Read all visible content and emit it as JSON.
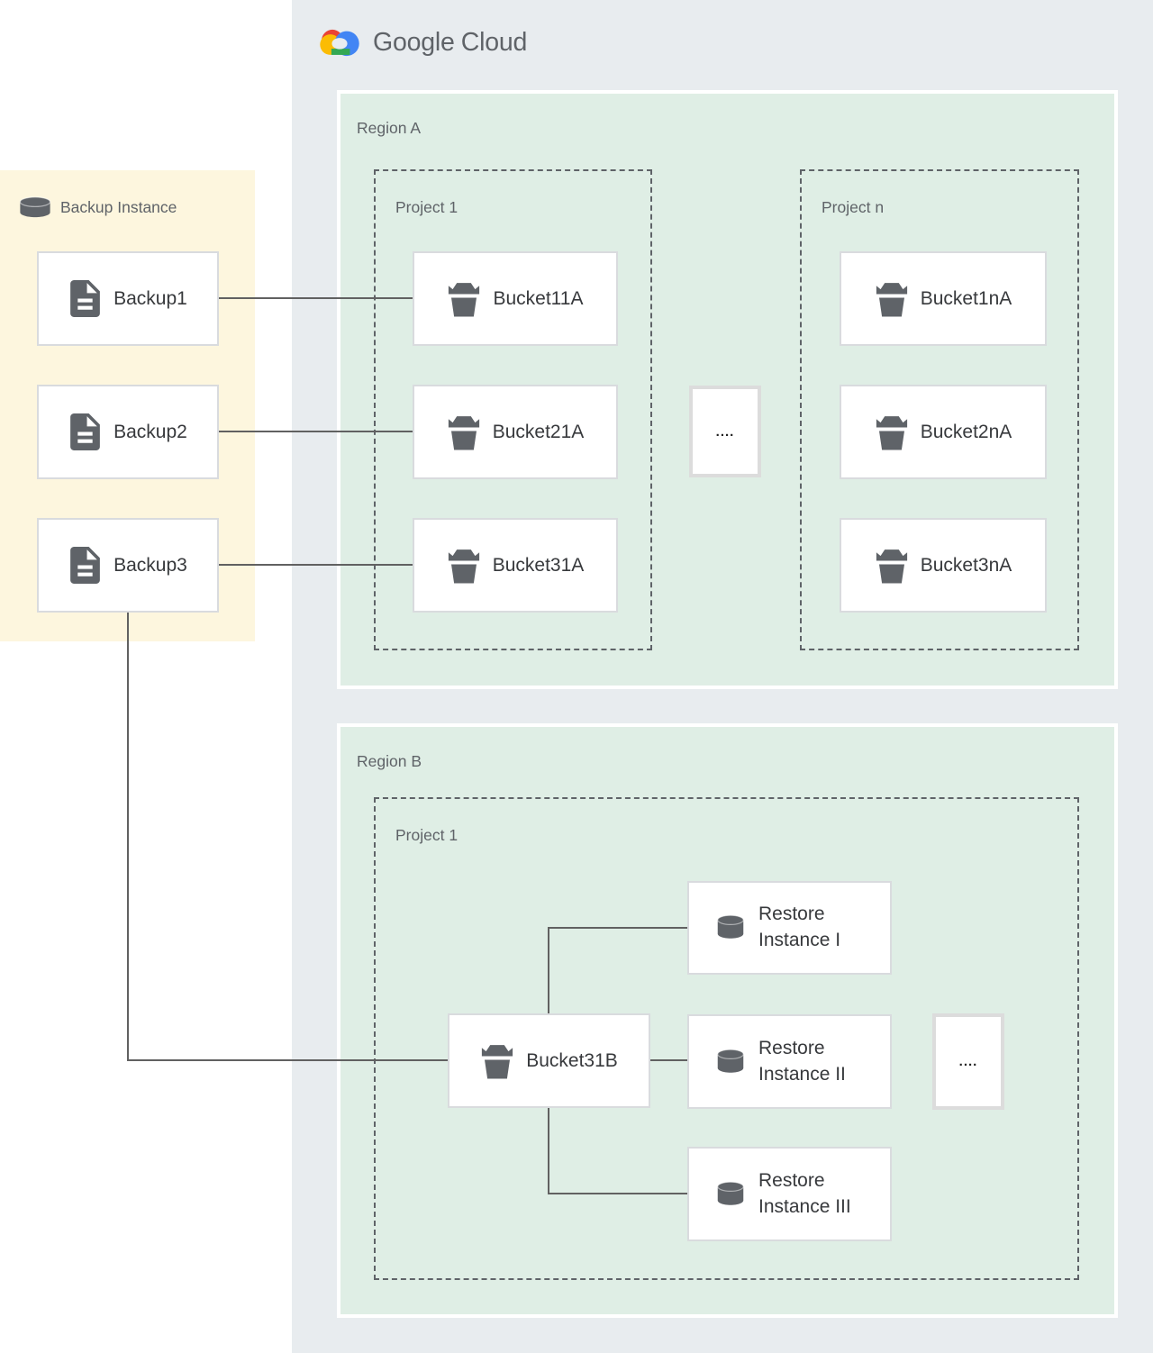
{
  "logo": {
    "brand": "Google",
    "product": "Cloud"
  },
  "backup_panel": {
    "title": "Backup Instance",
    "icon": "database-icon",
    "items": [
      {
        "label": "Backup1",
        "icon": "document-icon"
      },
      {
        "label": "Backup2",
        "icon": "document-icon"
      },
      {
        "label": "Backup3",
        "icon": "document-icon"
      }
    ]
  },
  "region_a": {
    "label": "Region A",
    "ellipsis": "....",
    "projects": [
      {
        "label": "Project 1",
        "buckets": [
          {
            "label": "Bucket11A",
            "icon": "bucket-icon"
          },
          {
            "label": "Bucket21A",
            "icon": "bucket-icon"
          },
          {
            "label": "Bucket31A",
            "icon": "bucket-icon"
          }
        ]
      },
      {
        "label": "Project n",
        "buckets": [
          {
            "label": "Bucket1nA",
            "icon": "bucket-icon"
          },
          {
            "label": "Bucket2nA",
            "icon": "bucket-icon"
          },
          {
            "label": "Bucket3nA",
            "icon": "bucket-icon"
          }
        ]
      }
    ]
  },
  "region_b": {
    "label": "Region B",
    "ellipsis": "....",
    "project": {
      "label": "Project 1",
      "bucket": {
        "label": "Bucket31B",
        "icon": "bucket-icon"
      },
      "restores": [
        {
          "label": "Restore Instance I",
          "icon": "database-icon"
        },
        {
          "label": "Restore Instance II",
          "icon": "database-icon"
        },
        {
          "label": "Restore Instance III",
          "icon": "database-icon"
        }
      ]
    }
  },
  "colors": {
    "canvas_bg": "#ffffff",
    "cloud_panel_bg": "#e8ecef",
    "region_bg": "#dfeee5",
    "region_border": "#ffffff",
    "backup_panel_bg": "#fdf6de",
    "node_bg": "#ffffff",
    "node_border": "#d9dbde",
    "dots_border": "#dcdcdc",
    "dashed_border": "#5f6368",
    "connector": "#616161",
    "icon": "#5f6368",
    "label_muted": "#5f6368",
    "label_dark": "#37393c",
    "dots_text": "#212121",
    "logo_text": "#5f6368",
    "logo_blue": "#4285f4",
    "logo_red": "#ea4335",
    "logo_yellow": "#fbbc04",
    "logo_green": "#34a853"
  }
}
